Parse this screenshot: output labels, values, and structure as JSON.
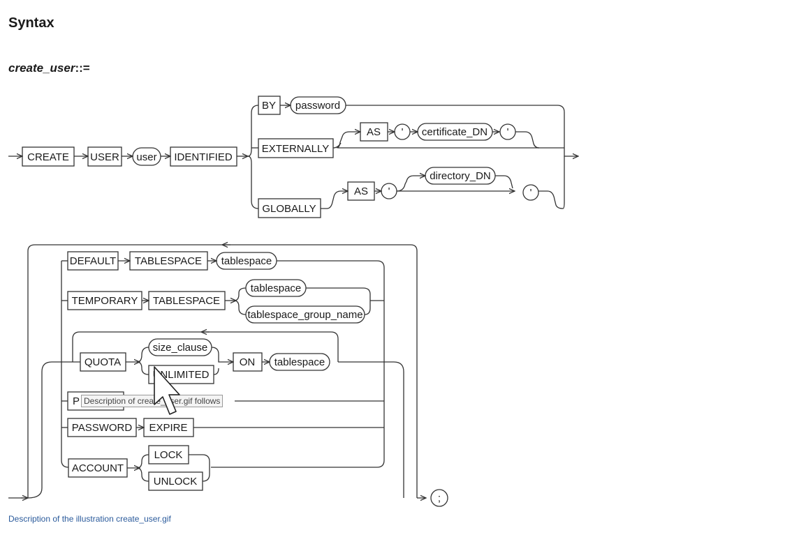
{
  "page": {
    "heading": "Syntax",
    "rule_name": "create_user",
    "rule_suffix": "::=",
    "description_link": "Description of the illustration create_user.gif",
    "tooltip": "Description of create_user.gif follows"
  },
  "diagram": {
    "keywords": {
      "create": "CREATE",
      "user": "USER",
      "identified": "IDENTIFIED",
      "by": "BY",
      "externally": "EXTERNALLY",
      "as": "AS",
      "globally": "GLOBALLY",
      "default": "DEFAULT",
      "tablespace": "TABLESPACE",
      "temporary": "TEMPORARY",
      "quota": "QUOTA",
      "unlimited": "UNLIMITED",
      "on": "ON",
      "profile_partial": "P",
      "password": "PASSWORD",
      "expire": "EXPIRE",
      "account": "ACCOUNT",
      "lock": "LOCK",
      "unlock": "UNLOCK"
    },
    "nonterminals": {
      "user": "user",
      "password": "password",
      "certificate_dn": "certificate_DN",
      "directory_dn": "directory_DN",
      "tablespace": "tablespace",
      "tablespace_group_name": "tablespace_group_name",
      "size_clause": "size_clause"
    },
    "symbols": {
      "quote": "'",
      "semicolon": ";"
    }
  }
}
